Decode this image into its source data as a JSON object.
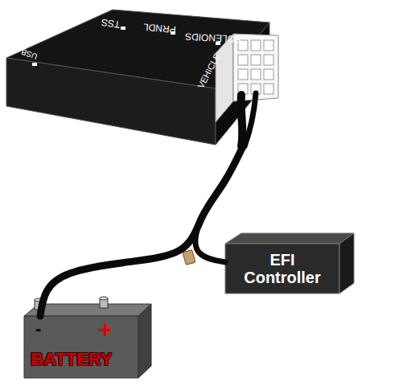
{
  "diagram": {
    "nodes": [
      {
        "text": [
          "USB",
          "TSS",
          "PRNDL",
          "SOLENOIDS",
          "VEHICLE"
        ]
      },
      {
        "text": [
          "EFI Controller"
        ]
      },
      {
        "text": [
          "-",
          "+",
          "BATTERY"
        ]
      }
    ],
    "edges": [
      {
        "from": 0,
        "to": 1,
        "arrow": "none"
      },
      {
        "from": 0,
        "to": 2,
        "arrow": "none"
      }
    ]
  }
}
